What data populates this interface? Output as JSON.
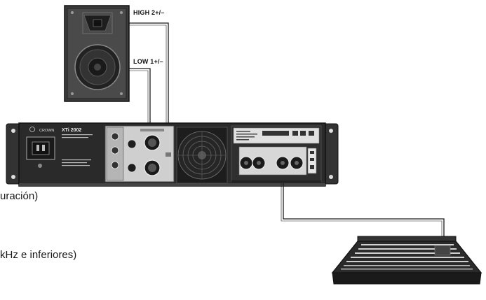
{
  "labels": {
    "high": "HIGH 2+/–",
    "low": "LOW 1+/–"
  },
  "captions": {
    "config": "uración)",
    "freq": "kHz e inferiores)"
  },
  "amp": {
    "brand": "CROWN",
    "model": "XTi 2002"
  },
  "colors": {
    "line": "#1a1a1a",
    "amp_body": "#2a2a2a",
    "panel_light": "#d8d8d8"
  }
}
